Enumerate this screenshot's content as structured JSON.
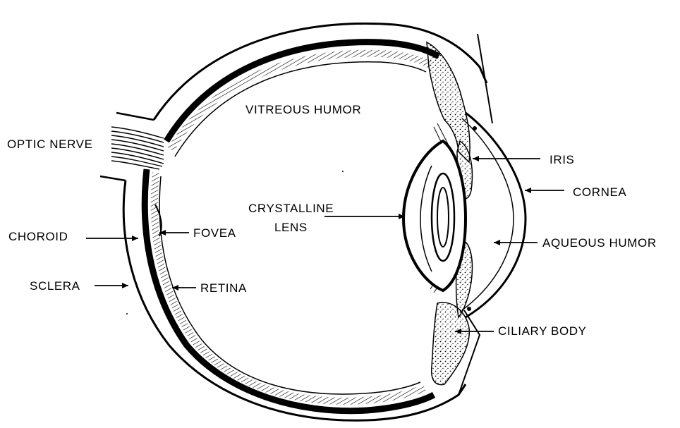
{
  "labels": {
    "optic_nerve": "OPTIC NERVE",
    "vitreous_humor": "VITREOUS HUMOR",
    "iris": "IRIS",
    "cornea": "CORNEA",
    "crystalline": "CRYSTALLINE",
    "lens": "LENS",
    "choroid": "CHOROID",
    "fovea": "FOVEA",
    "aqueous_humor": "AQUEOUS HUMOR",
    "sclera": "SCLERA",
    "retina": "RETINA",
    "ciliary_body": "CILIARY BODY"
  }
}
